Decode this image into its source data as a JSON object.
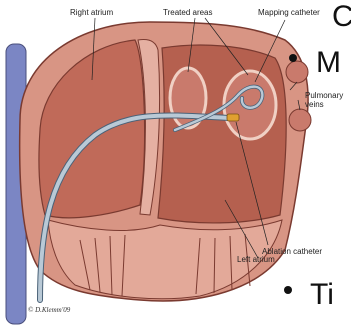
{
  "labels": {
    "right_atrium": "Right atrium",
    "treated_areas": "Treated areas",
    "mapping_catheter": "Mapping catheter",
    "pulmonary_veins_1": "Pulmonary",
    "pulmonary_veins_2": "veins",
    "ablation_catheter": "Ablation catheter",
    "left_atrium": "Left atrium",
    "credit": "© D.Klemm'09"
  },
  "slide_text": {
    "top_glyph": "C",
    "bullet_1": "M",
    "bullet_2": "Ti"
  },
  "colors": {
    "heart_wall": "#c97a6c",
    "chamber": "#b5604f",
    "vessel_blue": "#7b86c4",
    "catheter": "#b9c9d6"
  }
}
